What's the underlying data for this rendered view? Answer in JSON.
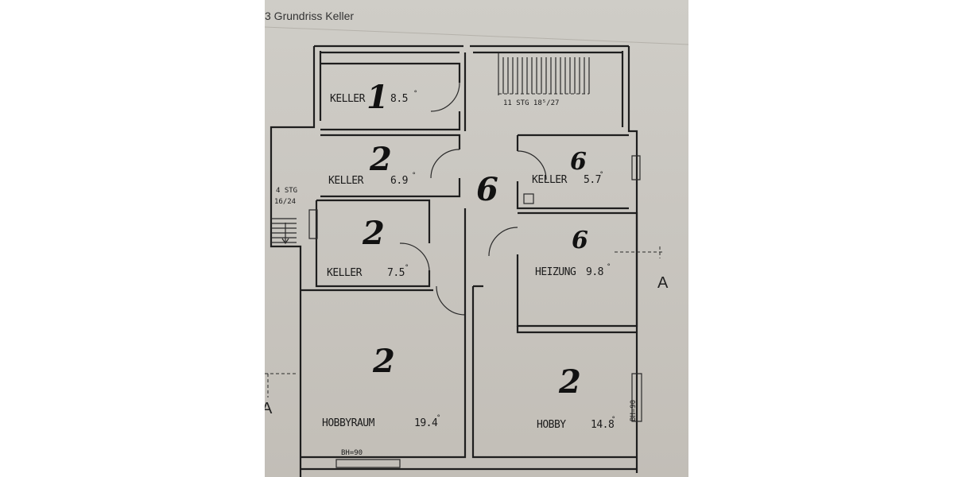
{
  "caption": "3 Grundriss Keller",
  "rooms": [
    {
      "label": "KELLER",
      "area": "8.5",
      "mark": "1"
    },
    {
      "label": "KELLER",
      "area": "6.9",
      "mark": "2"
    },
    {
      "label": "KELLER",
      "area": "5.7",
      "mark": "6"
    },
    {
      "label": "KELLER",
      "area": "7.5",
      "mark": "2"
    },
    {
      "label": "HEIZUNG",
      "area": "9.8",
      "mark": "6"
    },
    {
      "label": "HOBBYRAUM",
      "area": "19.4",
      "mark": "2"
    },
    {
      "label": "HOBBY",
      "area": "14.8",
      "mark": "2"
    }
  ],
  "hall_mark": "6",
  "stairs": [
    {
      "label": "11 STG 18⁵/27"
    },
    {
      "label_line1": "4 STG",
      "label_line2": "16/24"
    }
  ],
  "window_notes": [
    "BH=90",
    "BH=90"
  ],
  "section_marks": [
    "A",
    "A"
  ],
  "degree": "°"
}
